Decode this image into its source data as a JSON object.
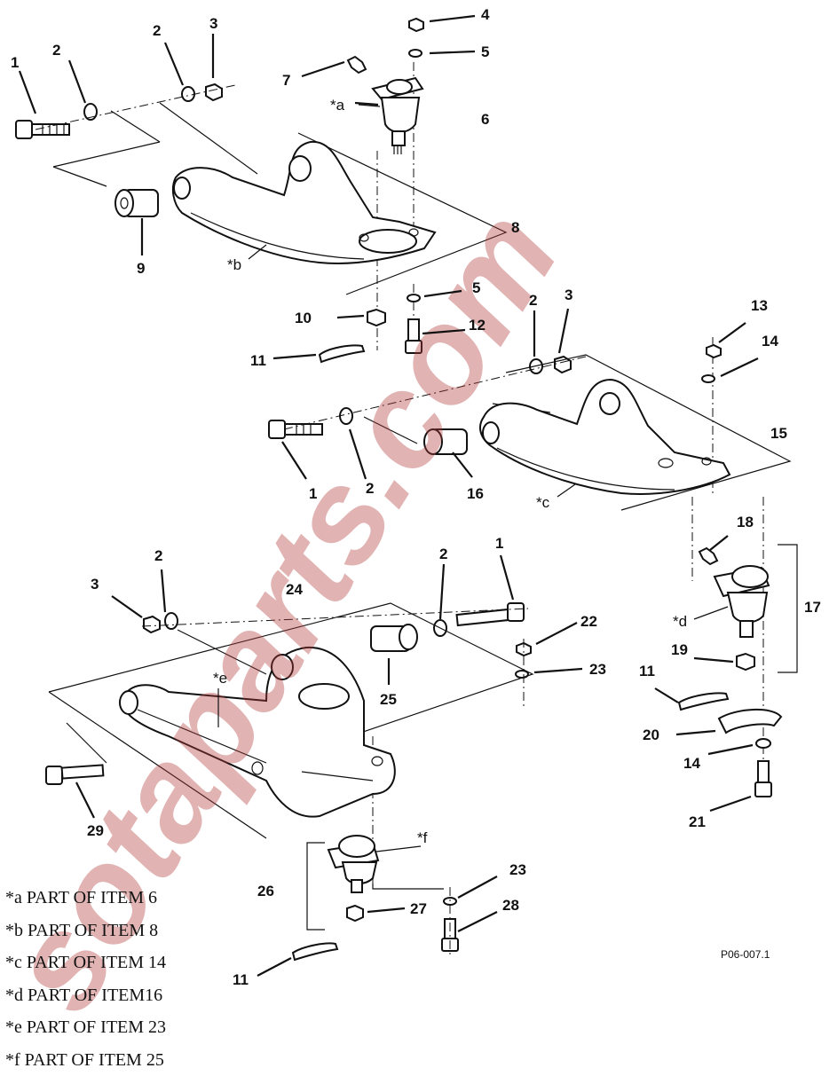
{
  "callouts": {
    "c1a": "1",
    "c2a": "2",
    "c2b": "2",
    "c3a": "3",
    "c4": "4",
    "c5a": "5",
    "c6": "6",
    "c7": "7",
    "c8": "8",
    "c9": "9",
    "c10": "10",
    "c11a": "11",
    "c5b": "5",
    "c12": "12",
    "c2c": "2",
    "c3b": "3",
    "c13": "13",
    "c14a": "14",
    "c15": "15",
    "c1b": "1",
    "c2d": "2",
    "c16": "16",
    "c18": "18",
    "c17": "17",
    "c19": "19",
    "c11b": "11",
    "c20": "20",
    "c14b": "14",
    "c21": "21",
    "c2e": "2",
    "c3c": "3",
    "c24": "24",
    "c2f": "2",
    "c1c": "1",
    "c22": "22",
    "c23a": "23",
    "c25": "25",
    "c29": "29",
    "c26": "26",
    "c23b": "23",
    "c27": "27",
    "c28": "28",
    "c11c": "11"
  },
  "letters": {
    "la": "*a",
    "lb": "*b",
    "lc": "*c",
    "ld": "*d",
    "le": "*e",
    "lf": "*f"
  },
  "figure_id": "P06-007.1",
  "legend": [
    "*a PART OF ITEM 6",
    "*b PART OF ITEM 8",
    "*c PART OF ITEM 14",
    "*d PART OF ITEM16",
    "*e PART OF ITEM 23",
    "*f PART OF ITEM 25"
  ],
  "watermark": "sotaparts.com",
  "colors": {
    "watermark": "#b33a3a",
    "ink": "#111111"
  }
}
